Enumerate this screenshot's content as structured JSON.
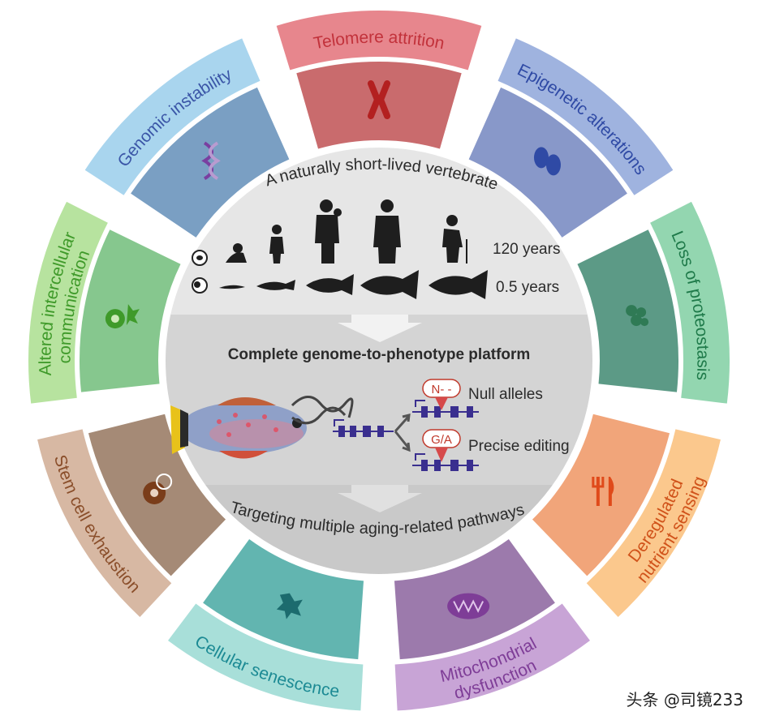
{
  "hallmarks": [
    {
      "id": "genomic-instability",
      "lines": [
        "Genomic instability"
      ],
      "icon": "dna-helix-icon",
      "outer_color": "#a9d5ee",
      "inner_color": "#7a9fc3",
      "text_color": "#3b56a7"
    },
    {
      "id": "telomere-attrition",
      "lines": [
        "Telomere attrition"
      ],
      "icon": "chromosome-icon",
      "outer_color": "#e7868d",
      "inner_color": "#c96b6d",
      "text_color": "#c2323b"
    },
    {
      "id": "epigenetic-alterations",
      "lines": [
        "Epigenetic alterations"
      ],
      "icon": "nucleosome-icon",
      "outer_color": "#9fb3df",
      "inner_color": "#8898c9",
      "text_color": "#2f4aa5"
    },
    {
      "id": "loss-of-proteostasis",
      "lines": [
        "Loss of proteostasis"
      ],
      "icon": "protein-icon",
      "outer_color": "#93d6b0",
      "inner_color": "#5c9a86",
      "text_color": "#1f7a4a"
    },
    {
      "id": "deregulated-nutrient-sensing",
      "lines": [
        "Deregulated",
        "nutrient sensing"
      ],
      "icon": "fork-knife-icon",
      "outer_color": "#fbc88d",
      "inner_color": "#f1a57a",
      "text_color": "#d0521a"
    },
    {
      "id": "mitochondrial-dysfunction",
      "lines": [
        "Mitochondrial",
        "dysfunction"
      ],
      "icon": "mitochondrion-icon",
      "outer_color": "#c8a4d6",
      "inner_color": "#9c7aac",
      "text_color": "#7e3d97"
    },
    {
      "id": "cellular-senescence",
      "lines": [
        "Cellular senescence"
      ],
      "icon": "senescent-cell-icon",
      "outer_color": "#a8dfd9",
      "inner_color": "#62b5b0",
      "text_color": "#1c8a94"
    },
    {
      "id": "stem-cell-exhaustion",
      "lines": [
        "Stem cell exhaustion"
      ],
      "icon": "stem-cell-icon",
      "outer_color": "#d7b8a3",
      "inner_color": "#a58a76",
      "text_color": "#8a4e2a"
    },
    {
      "id": "altered-intercellular-communication",
      "lines": [
        "Altered intercellular",
        "communication"
      ],
      "icon": "cell-communication-icon",
      "outer_color": "#b7e39f",
      "inner_color": "#86c78e",
      "text_color": "#3f9a2a"
    }
  ],
  "center": {
    "top_title": "A naturally short-lived vertebrate",
    "human_years": "120 years",
    "fish_years": "0.5 years",
    "platform_title": "Complete genome-to-phenotype platform",
    "null_badge": "N- -",
    "null_label": "Null alleles",
    "edit_badge": "G/A",
    "edit_label": "Precise editing",
    "bottom_title": "Targeting multiple aging-related pathways"
  },
  "colors": {
    "inner_light": "#e6e6e6",
    "inner_mid": "#d3d3d3",
    "gene_blue": "#3a2f8f",
    "badge_red": "#c0392b"
  },
  "watermark": "头条 @司镜233"
}
